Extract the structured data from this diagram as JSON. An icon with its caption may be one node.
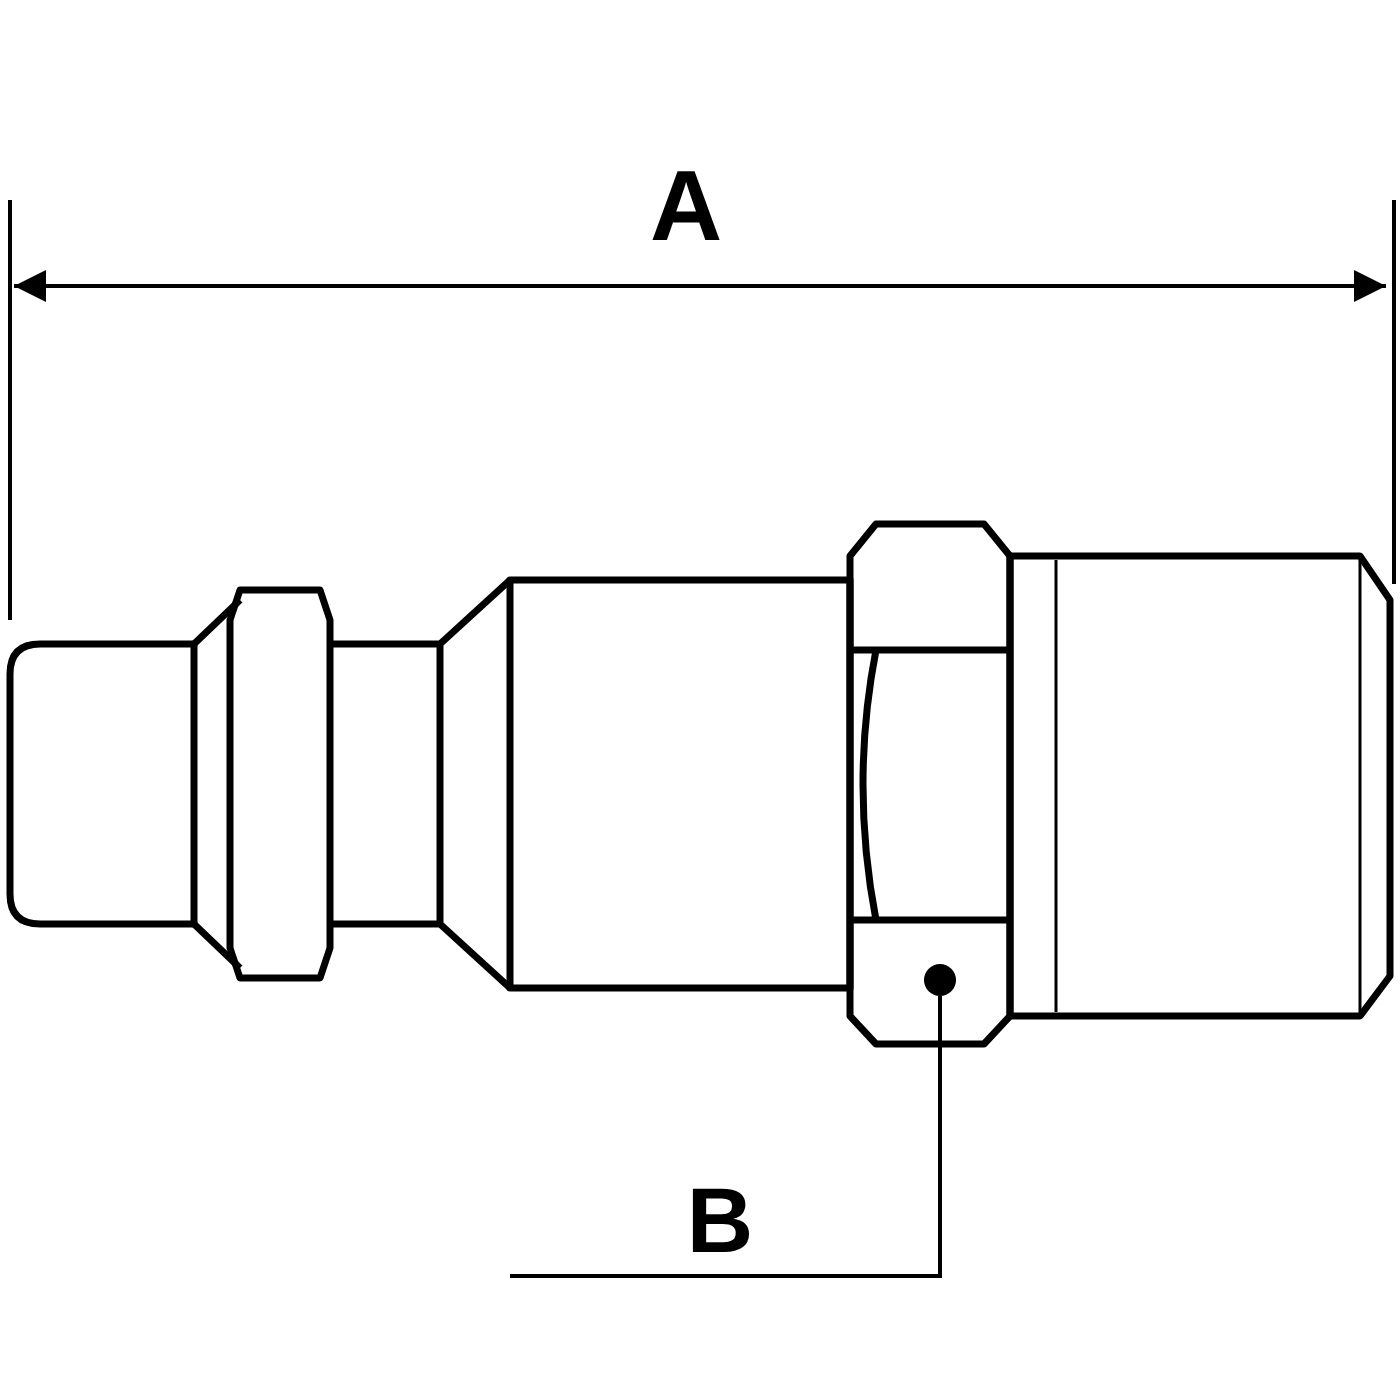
{
  "diagram": {
    "nodes": [
      {
        "text": [
          "B"
        ]
      },
      {
        "text": [],
        "shape": "circle"
      }
    ],
    "edges": [
      {
        "from": 0,
        "to": 1,
        "arrow": "none"
      }
    ],
    "labels": [
      "A"
    ]
  }
}
